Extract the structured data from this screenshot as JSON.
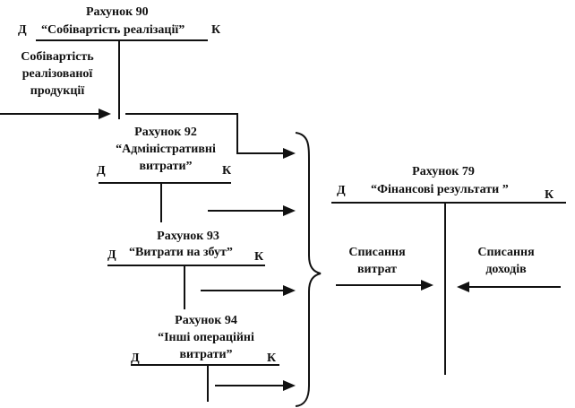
{
  "accounts": {
    "a90": {
      "title": "Рахунок 90",
      "name": "“Собівартість реалізації”",
      "debit": "Д",
      "credit": "К"
    },
    "a92": {
      "title": "Рахунок 92",
      "name_line1": "“Адміністративні",
      "name_line2": "витрати”",
      "debit": "Д",
      "credit": "К"
    },
    "a93": {
      "title": "Рахунок 93",
      "name": "“Витрати на збут”",
      "debit": "Д",
      "credit": "К"
    },
    "a94": {
      "title": "Рахунок 94",
      "name_line1": "“Інші операційні",
      "name_line2": "витрати”",
      "debit": "Д",
      "credit": "К"
    },
    "a79": {
      "title": "Рахунок 79",
      "name": "“Фінансові результати ”",
      "debit": "Д",
      "credit": "К"
    }
  },
  "labels": {
    "cost_line1": "Собівартість",
    "cost_line2": "реалізованої",
    "cost_line3": "продукції",
    "writeoff_exp_line1": "Списання",
    "writeoff_exp_line2": "витрат",
    "writeoff_inc_line1": "Списання",
    "writeoff_inc_line2": "доходів"
  }
}
